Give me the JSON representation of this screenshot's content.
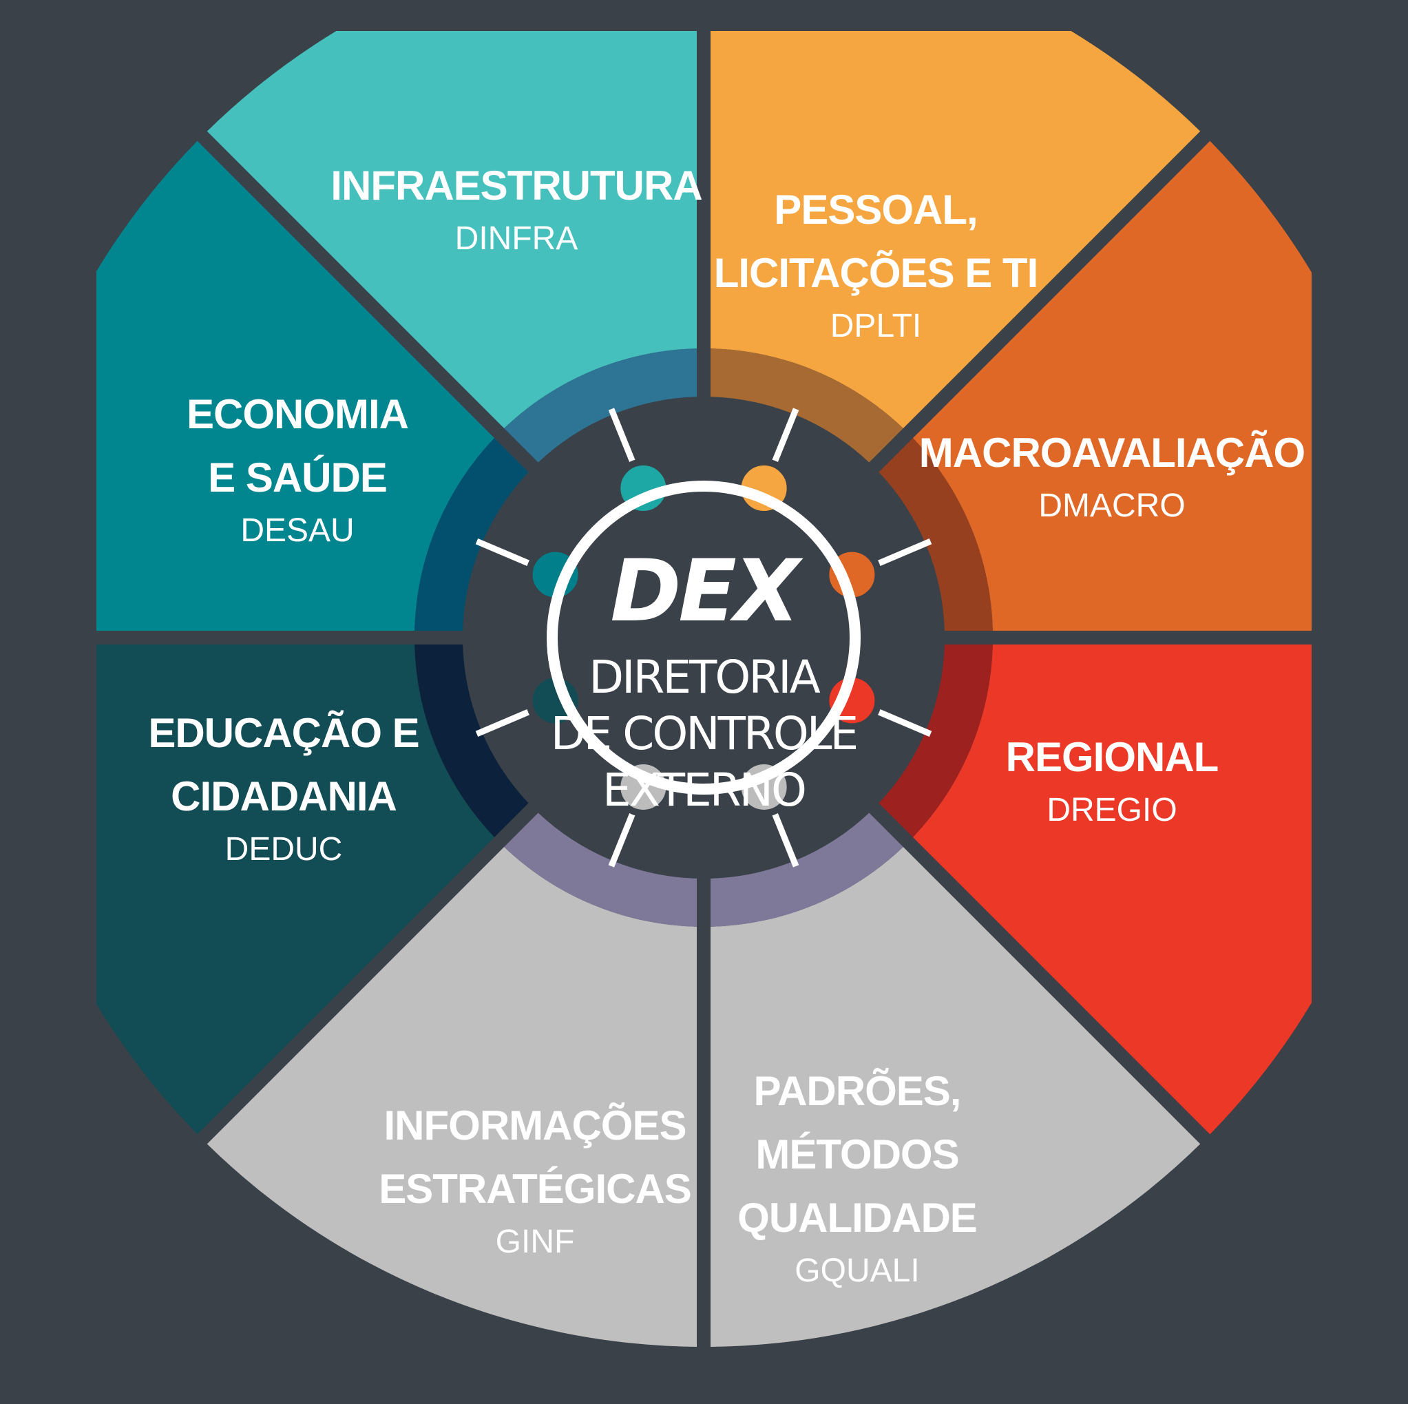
{
  "center": {
    "logo": "DEX",
    "lines": [
      "DIRETORIA",
      "DE CONTROLE",
      "EXTERNO"
    ]
  },
  "colors": {
    "background": "#3a4149",
    "infraestrutura": "#45c0bc",
    "pessoal": "#f6a640",
    "macro": "#e06826",
    "regional": "#ec3826",
    "informacoes": "#bfbfbf",
    "padroes": "#bfbfbf",
    "educacao": "#124c54",
    "economia": "#018690"
  },
  "segments": [
    {
      "id": "infraestrutura",
      "title": [
        "INFRAESTRUTURA"
      ],
      "abbr": "DINFRA",
      "color": "#45c0bc",
      "band": "#2e7494",
      "dot": "#1da7a5"
    },
    {
      "id": "pessoal",
      "title": [
        "PESSOAL,",
        "LICITAÇÕES E TI"
      ],
      "abbr": "DPLTI",
      "color": "#f6a640",
      "band": "#a76a32",
      "dot": "#f6a640"
    },
    {
      "id": "macro",
      "title": [
        "MACROAVALIAÇÃO"
      ],
      "abbr": "DMACRO",
      "color": "#e06826",
      "band": "#97401f",
      "dot": "#e06826"
    },
    {
      "id": "regional",
      "title": [
        "REGIONAL"
      ],
      "abbr": "DREGIO",
      "color": "#ec3826",
      "band": "#9c211f",
      "dot": "#ec3826"
    },
    {
      "id": "padroes",
      "title": [
        "PADRÕES,",
        "MÉTODOS",
        "QUALIDADE"
      ],
      "abbr": "GQUALI",
      "color": "#bfbfbf",
      "band": "#7e7899",
      "dot": "#bcbcbc"
    },
    {
      "id": "informacoes",
      "title": [
        "INFORMAÇÕES",
        "ESTRATÉGICAS"
      ],
      "abbr": "GINF",
      "color": "#bfbfbf",
      "band": "#7e7899",
      "dot": "#bcbcbc"
    },
    {
      "id": "educacao",
      "title": [
        "EDUCAÇÃO E",
        "CIDADANIA"
      ],
      "abbr": "DEDUC",
      "color": "#124c54",
      "band": "#0b213c",
      "dot": "#124c54"
    },
    {
      "id": "economia",
      "title": [
        "ECONOMIA",
        "E SAÚDE"
      ],
      "abbr": "DESAU",
      "color": "#018690",
      "band": "#03506e",
      "dot": "#017f8a"
    }
  ]
}
